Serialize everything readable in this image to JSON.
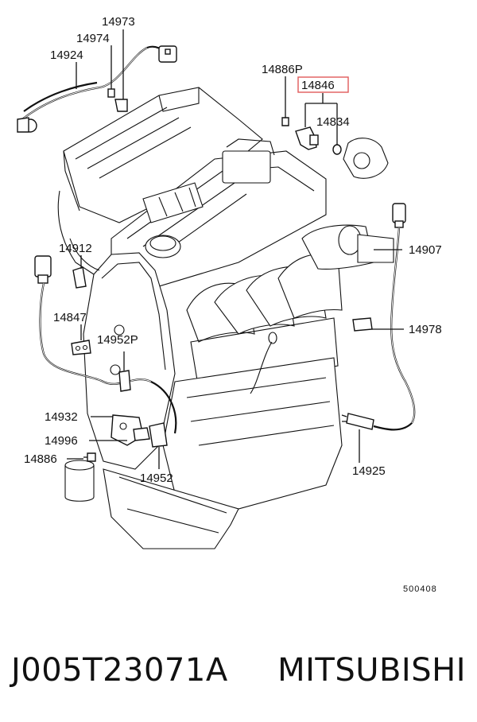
{
  "diagram": {
    "callouts": {
      "c14973": "14973",
      "c14974": "14974",
      "c14924": "14924",
      "c14886p": "14886P",
      "c14846": "14846",
      "c14834": "14834",
      "c14912": "14912",
      "c14907": "14907",
      "c14847": "14847",
      "c14952p": "14952P",
      "c14978": "14978",
      "c14932": "14932",
      "c14996": "14996",
      "c14886": "14886",
      "c14952": "14952",
      "c14925": "14925"
    },
    "highlight_color": "#e05a5a",
    "reference_code": "500408"
  },
  "footer": {
    "part_number": "J005T23071A",
    "brand": "MITSUBISHI"
  }
}
